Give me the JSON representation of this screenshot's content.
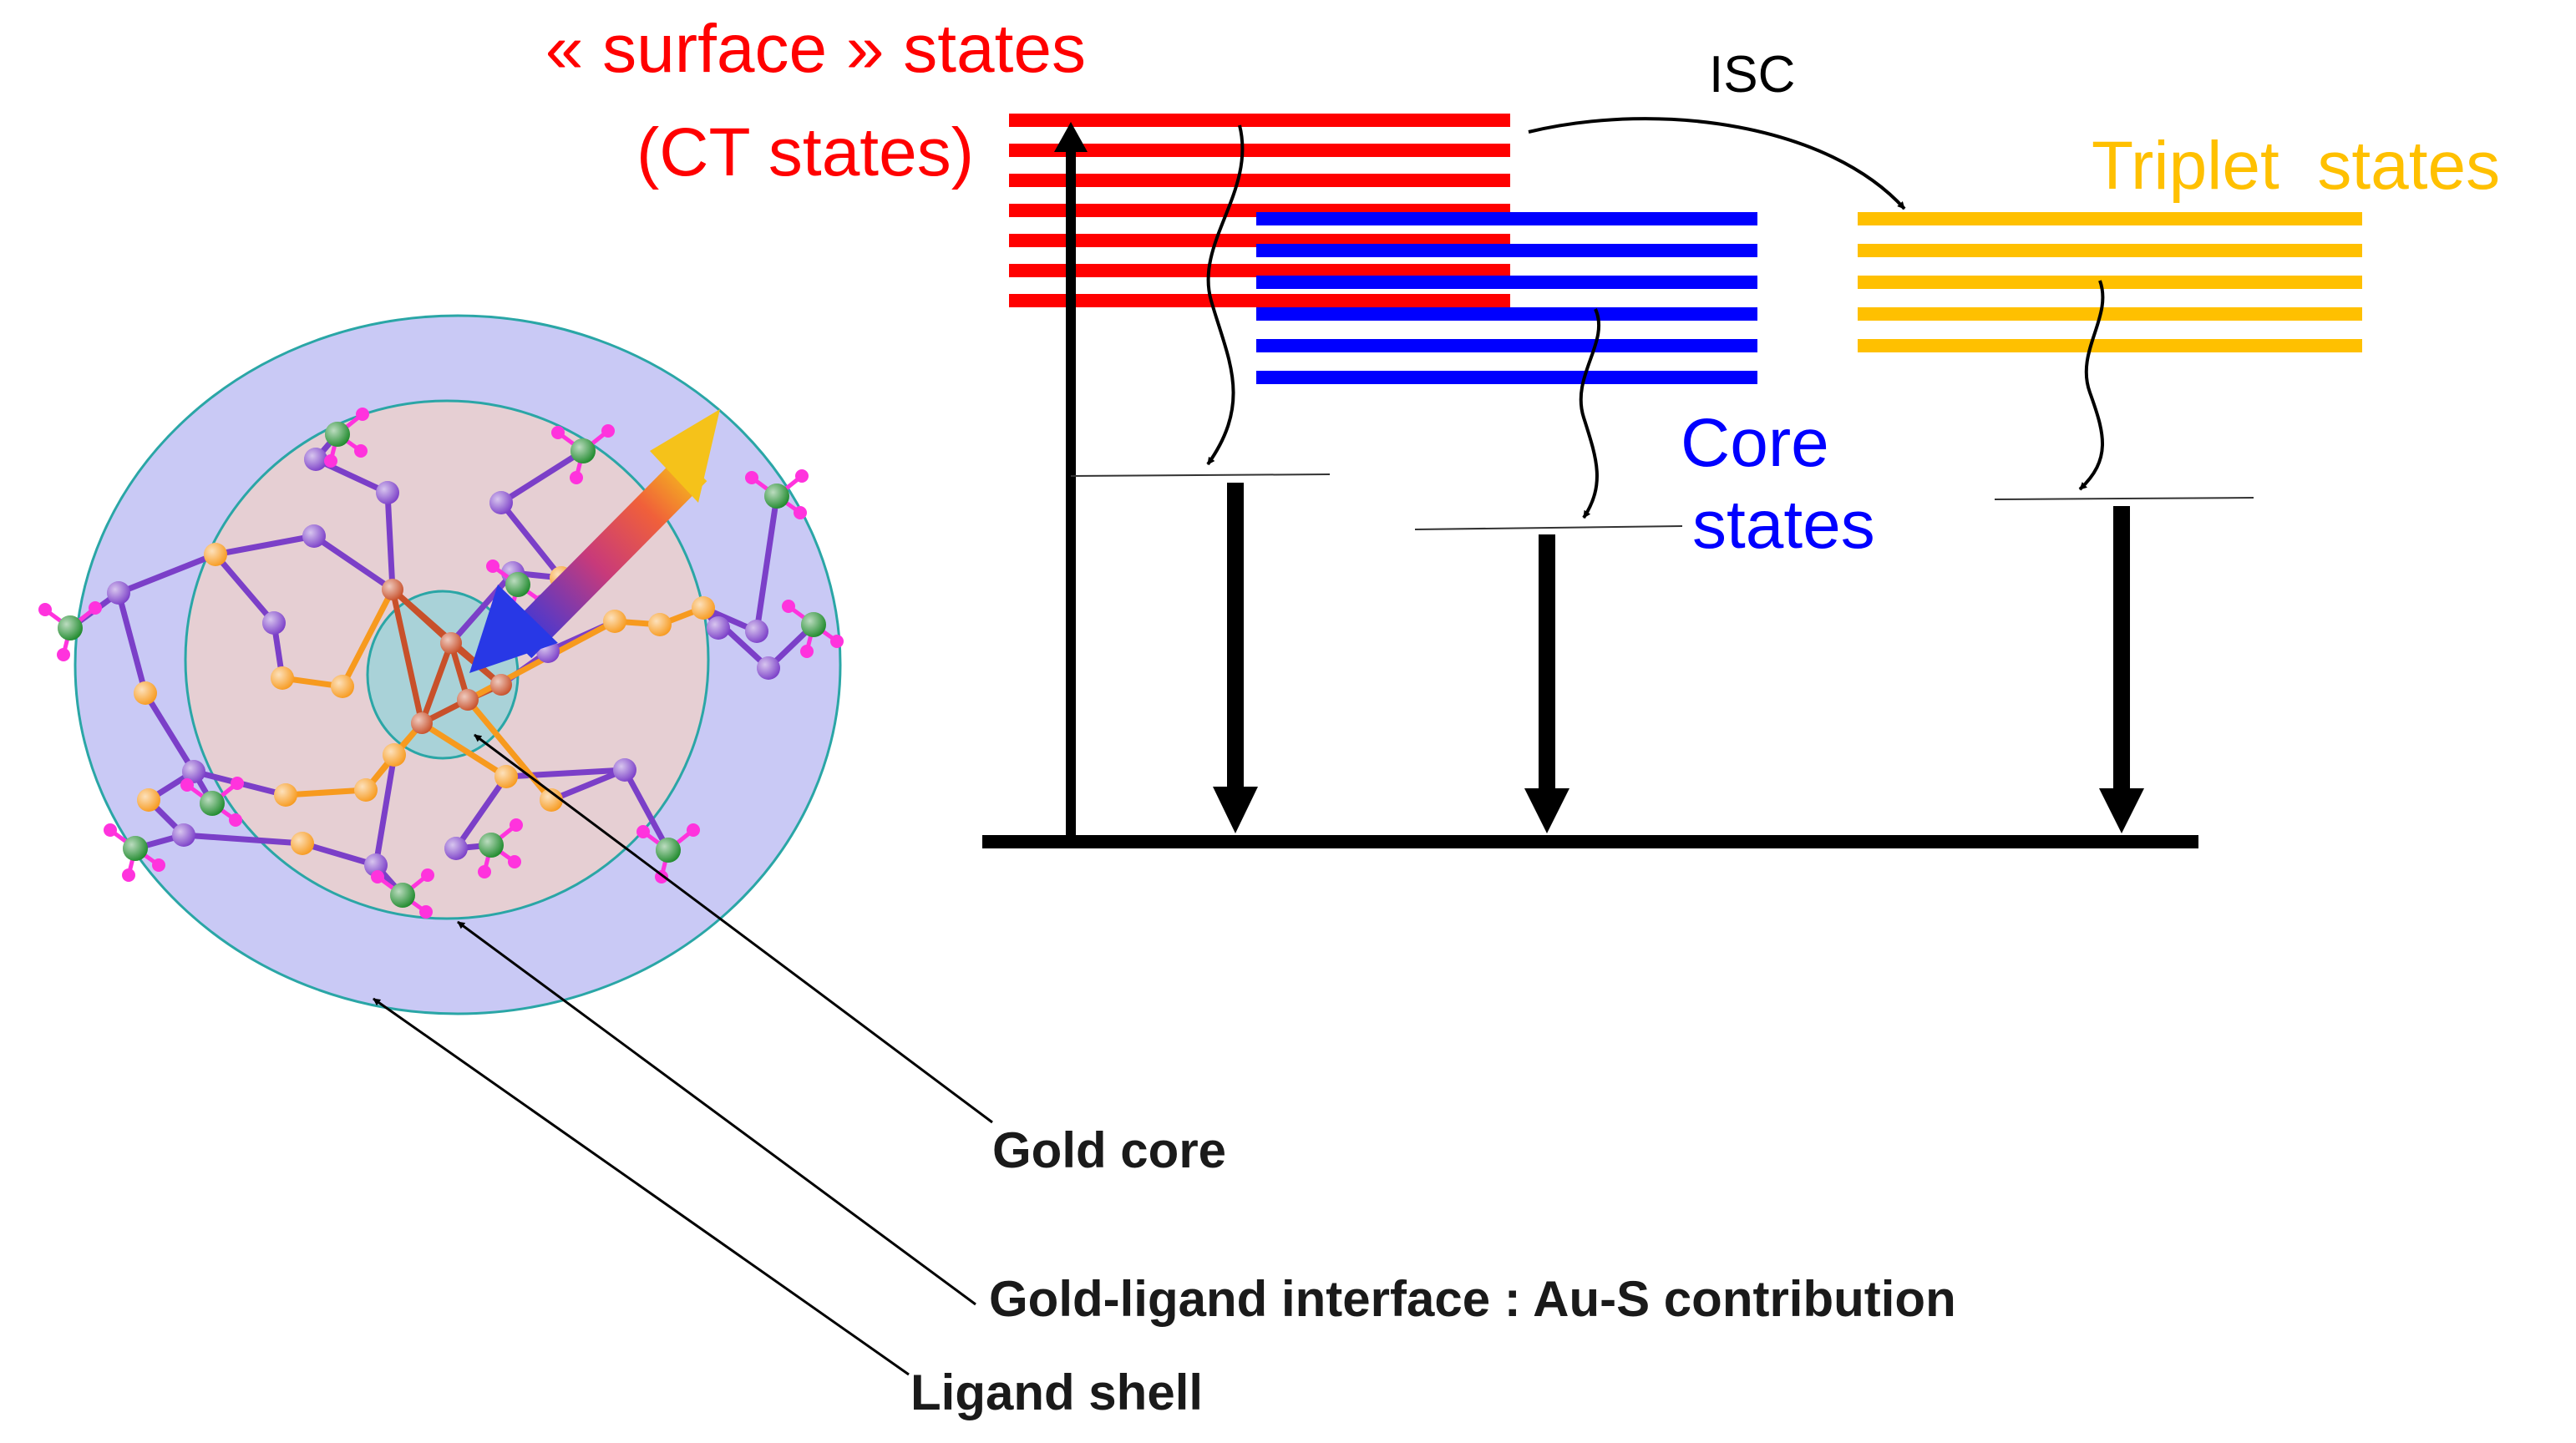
{
  "labels": {
    "surface_line1": "« surface » states",
    "surface_line2": "(CT states)",
    "isc": "ISC",
    "triplet": "Triplet  states",
    "core_line1": "Core",
    "core_line2": "states",
    "gold_core": "Gold core",
    "interface": "Gold-ligand interface : Au-S contribution",
    "ligand_shell": "Ligand shell"
  },
  "colors": {
    "surface_states": "#ff0000",
    "core_states": "#0000ff",
    "triplet_states": "#ffc000",
    "arrows": "#000000",
    "ligand_shell_fill": "#c9c9f5",
    "interface_fill": "#e6cfd3",
    "core_fill": "#a9d2d8",
    "circle_outline": "#2aa6a6",
    "atom_gold": "#f79a1e",
    "atom_sulfur": "#7b3fc8",
    "atom_carbon": "#1f8a2c",
    "atom_hydrogen": "#ff33dd",
    "atom_core": "#c8502a"
  },
  "icons": [
    "gold-nanocluster-structure",
    "gradient-excitation-arrow"
  ]
}
